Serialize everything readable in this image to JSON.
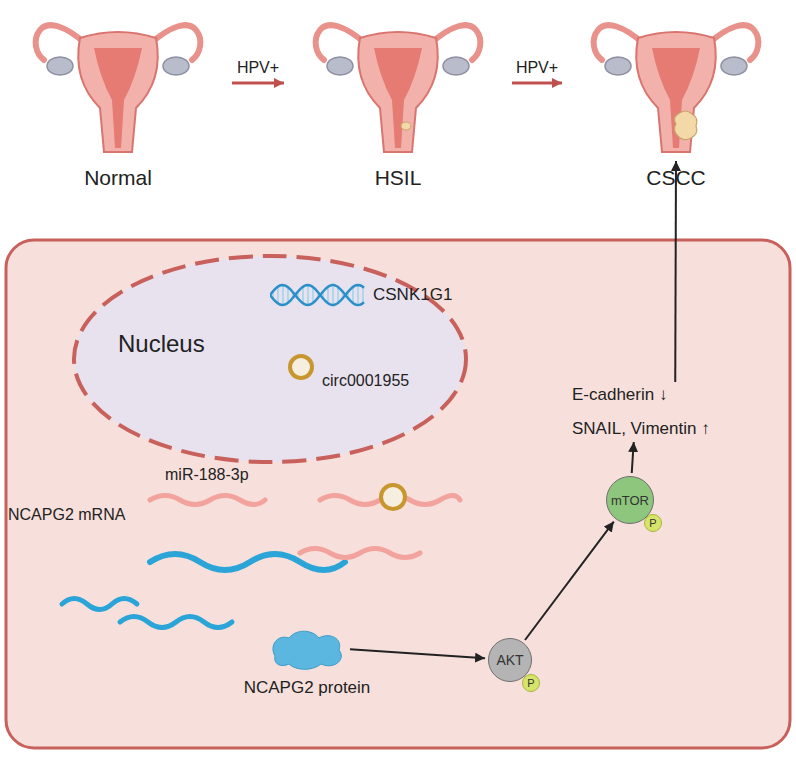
{
  "diagram": {
    "nodes": [
      {
        "text": [
          "Normal"
        ]
      },
      {
        "text": [
          "HSIL"
        ]
      },
      {
        "text": [
          "CSCC"
        ]
      },
      {
        "text": [
          "Nucleus"
        ]
      },
      {
        "text": [
          "CSNK1G1"
        ],
        "in": 3
      },
      {
        "text": [
          "circ0001955"
        ],
        "in": 3
      },
      {
        "text": [
          "NCAPG2 protein"
        ]
      },
      {
        "text": [
          "AKT"
        ]
      },
      {
        "text": [
          "P"
        ]
      },
      {
        "text": [
          "mTOR"
        ]
      },
      {
        "text": [
          "P"
        ]
      },
      {
        "text": [
          "E-cadherin ↓",
          "SNAIL, Vimentin ↑"
        ]
      }
    ],
    "edges": [
      {
        "from": 0,
        "to": 1,
        "arrow": "to",
        "label": "HPV+"
      },
      {
        "from": 1,
        "to": 2,
        "arrow": "to",
        "label": "HPV+"
      },
      {
        "from": 4,
        "to": 5,
        "arrow": "to"
      },
      {
        "from": 6,
        "to": 7,
        "arrow": "to"
      },
      {
        "from": 7,
        "to": 8,
        "arrow": "none"
      },
      {
        "from": 7,
        "to": 9,
        "arrow": "to"
      },
      {
        "from": 9,
        "to": 10,
        "arrow": "none"
      },
      {
        "from": 9,
        "to": 11,
        "arrow": "to"
      },
      {
        "from": 11,
        "to": 2,
        "arrow": "to"
      }
    ],
    "labels": [
      "miR-188-3p",
      "NCAPG2 mRNA"
    ]
  }
}
